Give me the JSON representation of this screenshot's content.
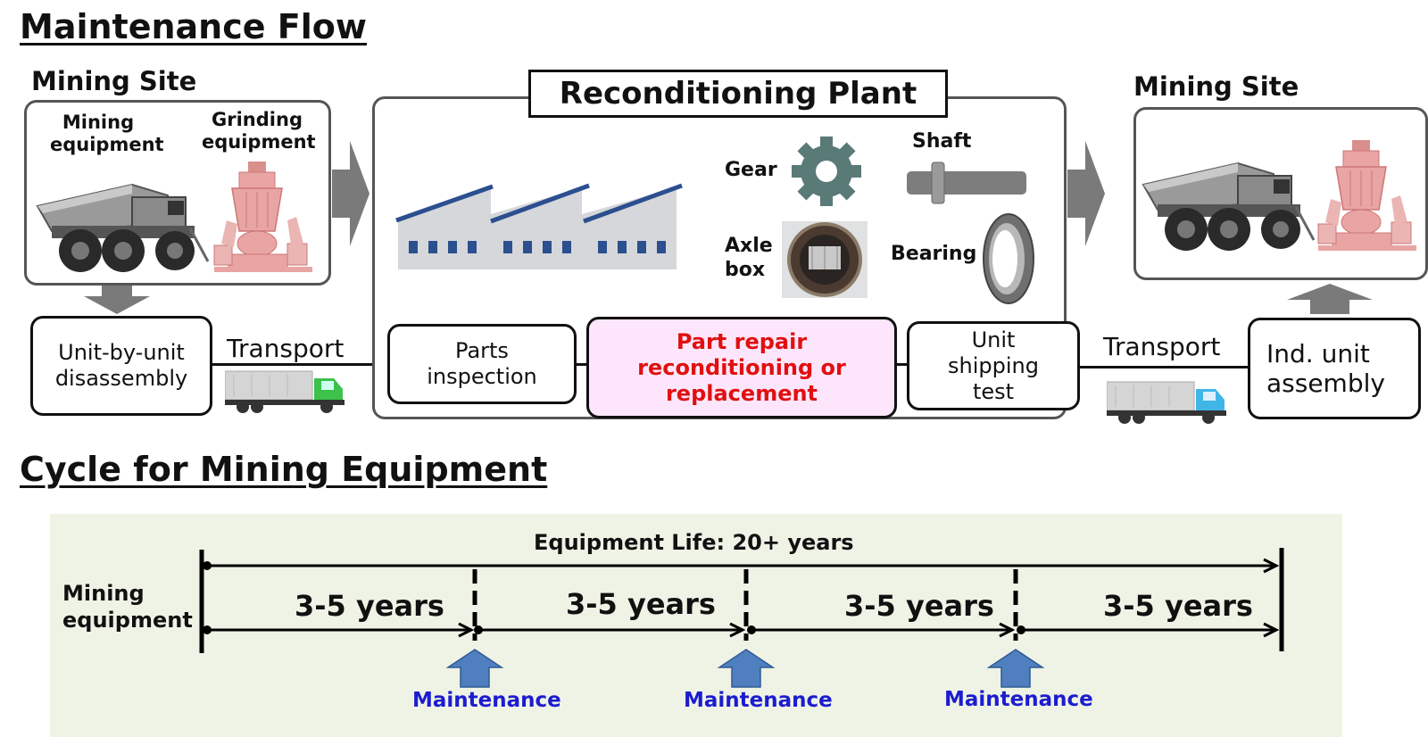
{
  "flow": {
    "title": "Maintenance Flow",
    "left_site": {
      "label": "Mining Site",
      "mining_equipment": "Mining equipment",
      "grinding_equipment": "Grinding equipment"
    },
    "plant": {
      "title": "Reconditioning Plant",
      "parts": {
        "gear": "Gear",
        "shaft": "Shaft",
        "axle_box": "Axle box",
        "bearing": "Bearing"
      }
    },
    "right_site": {
      "label": "Mining Site"
    },
    "steps": {
      "disassembly": "Unit-by-unit disassembly",
      "transport_1": "Transport",
      "parts_inspection": "Parts inspection",
      "repair": "Part repair reconditioning or replacement",
      "shipping_test": "Unit shipping test",
      "transport_2": "Transport",
      "assembly": "Ind. unit assembly"
    },
    "colors": {
      "repair_text": "#e01010",
      "repair_fill": "#fde6fb",
      "roof": "#2b4f8f",
      "factory_wall": "#d6d7da",
      "window": "#2b4f8f",
      "gear": "#5a7a78",
      "grinder": "#e8a5a3",
      "arrow_gray": "#7a7a7a"
    }
  },
  "cycle": {
    "title": "Cycle for Mining Equipment",
    "equipment_label": "Mining equipment",
    "life_label": "Equipment Life: 20+ years",
    "intervals": [
      "3-5 years",
      "3-5 years",
      "3-5 years",
      "3-5 years"
    ],
    "maintenance": [
      "Maintenance",
      "Maintenance",
      "Maintenance"
    ],
    "colors": {
      "panel_bg": "#eff3e6",
      "maintenance_text": "#1c1ccf",
      "maintenance_arrow": "#4f7fbe"
    }
  }
}
